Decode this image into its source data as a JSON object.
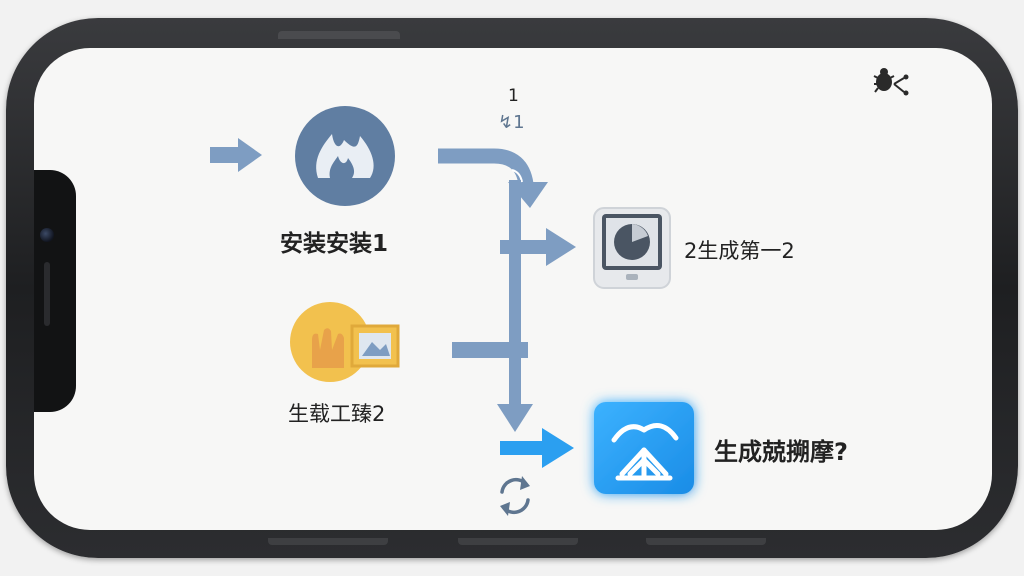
{
  "diagram": {
    "nodes": [
      {
        "id": "install",
        "label": "安装安装1",
        "icon": "flame-icon"
      },
      {
        "id": "load",
        "label": "生载工臻2",
        "icon": "hand-image-icon"
      },
      {
        "id": "generate1",
        "label": "2生成第一2",
        "icon": "tablet-pie-icon"
      },
      {
        "id": "generate2",
        "label": "生成兢搠摩?",
        "icon": "upload-cloud-icon"
      }
    ],
    "annotations": {
      "top_number": "1",
      "arrow_number": "↯1"
    },
    "corner_icon": "bug-share-icon",
    "refresh_icon": "refresh-icon"
  },
  "colors": {
    "arrow": "#7e9dc2",
    "accent_blue": "#2b9ff0",
    "node_dark": "#607ea2",
    "node_yellow": "#f2c14e"
  }
}
